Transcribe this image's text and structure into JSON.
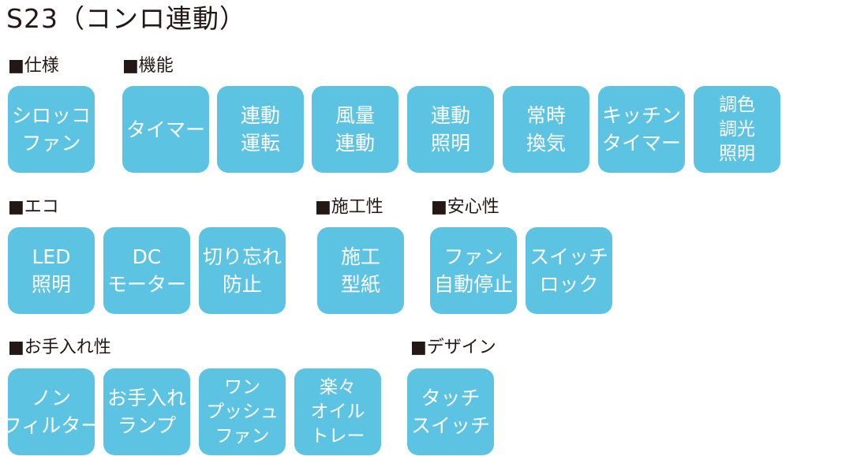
{
  "title": "S23（コンロ連動）",
  "sections": {
    "spec": "■仕様",
    "function": "■機能",
    "eco": "■エコ",
    "construction": "■施工性",
    "safety": "■安心性",
    "care": "■お手入れ性",
    "design": "■デザイン"
  },
  "badges": {
    "sirocco": [
      "シロッコ",
      "ファン"
    ],
    "timer": [
      "タイマー"
    ],
    "linked_run": [
      "連動",
      "運転"
    ],
    "airflow_link": [
      "風量",
      "連動"
    ],
    "light_link": [
      "連動",
      "照明"
    ],
    "constant_vent": [
      "常時",
      "換気"
    ],
    "kitchen_timer": [
      "キッチン",
      "タイマー"
    ],
    "dimming": [
      "調色",
      "調光",
      "照明"
    ],
    "led": [
      "LED",
      "照明"
    ],
    "dc": [
      "DC",
      "モーター"
    ],
    "forget_off": [
      "切り忘れ",
      "防止"
    ],
    "template": [
      "施工",
      "型紙"
    ],
    "fan_autostop": [
      "ファン",
      "自動停止"
    ],
    "switch_lock": [
      "スイッチ",
      "ロック"
    ],
    "nonfilter": [
      "ノン",
      "フィルター"
    ],
    "care_lamp": [
      "お手入れ",
      "ランプ"
    ],
    "onepush": [
      "ワン",
      "プッシュ",
      "ファン"
    ],
    "oil_tray": [
      "楽々",
      "オイル",
      "トレー"
    ],
    "touch_switch": [
      "タッチ",
      "スイッチ"
    ]
  }
}
